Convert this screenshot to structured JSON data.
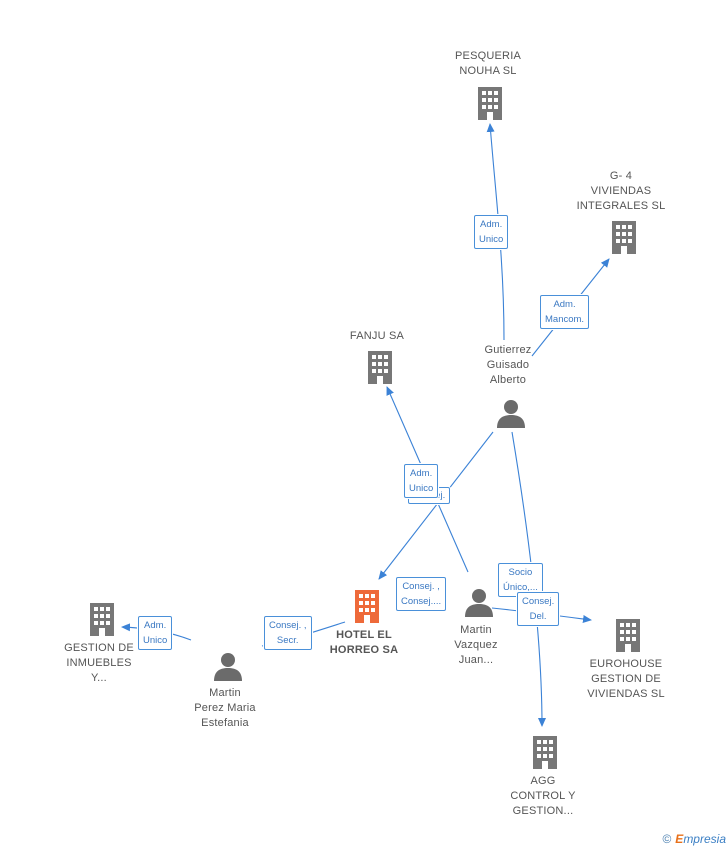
{
  "nodes": {
    "pesqueria": "PESQUERIA\nNOUHA  SL",
    "g4": "G- 4\nVIVIENDAS\nINTEGRALES SL",
    "fanju": "FANJU SA",
    "gutierrez": "Gutierrez\nGuisado\nAlberto",
    "hotel": "HOTEL EL\nHORREO SA",
    "martin_vazquez": "Martin\nVazquez\nJuan...",
    "martin_perez": "Martin\nPerez Maria\nEstefania",
    "gestion": "GESTION DE\nINMUEBLES\nY...",
    "eurohouse": "EUROHOUSE\nGESTION DE\nVIVIENDAS SL",
    "agg": "AGG\nCONTROL Y\nGESTION..."
  },
  "edges": {
    "e1": "Adm.\nUnico",
    "e2": "Adm.\nMancom.",
    "e3": "Consej.",
    "e4": "Adm.\nUnico",
    "e5": "Consej. ,\nConsej....",
    "e6": "Socio\nÚnico,...",
    "e7": "Consej.\nDel.",
    "e8": "Consej. ,\nSecr.",
    "e9": "Adm.\nUnico"
  },
  "colors": {
    "edge": "#3b82d6",
    "company": "#777777",
    "focus": "#ee6a3a",
    "person": "#6b6b6b"
  },
  "footer": {
    "copyright": "©",
    "brand_first": "E",
    "brand_rest": "mpresia"
  }
}
